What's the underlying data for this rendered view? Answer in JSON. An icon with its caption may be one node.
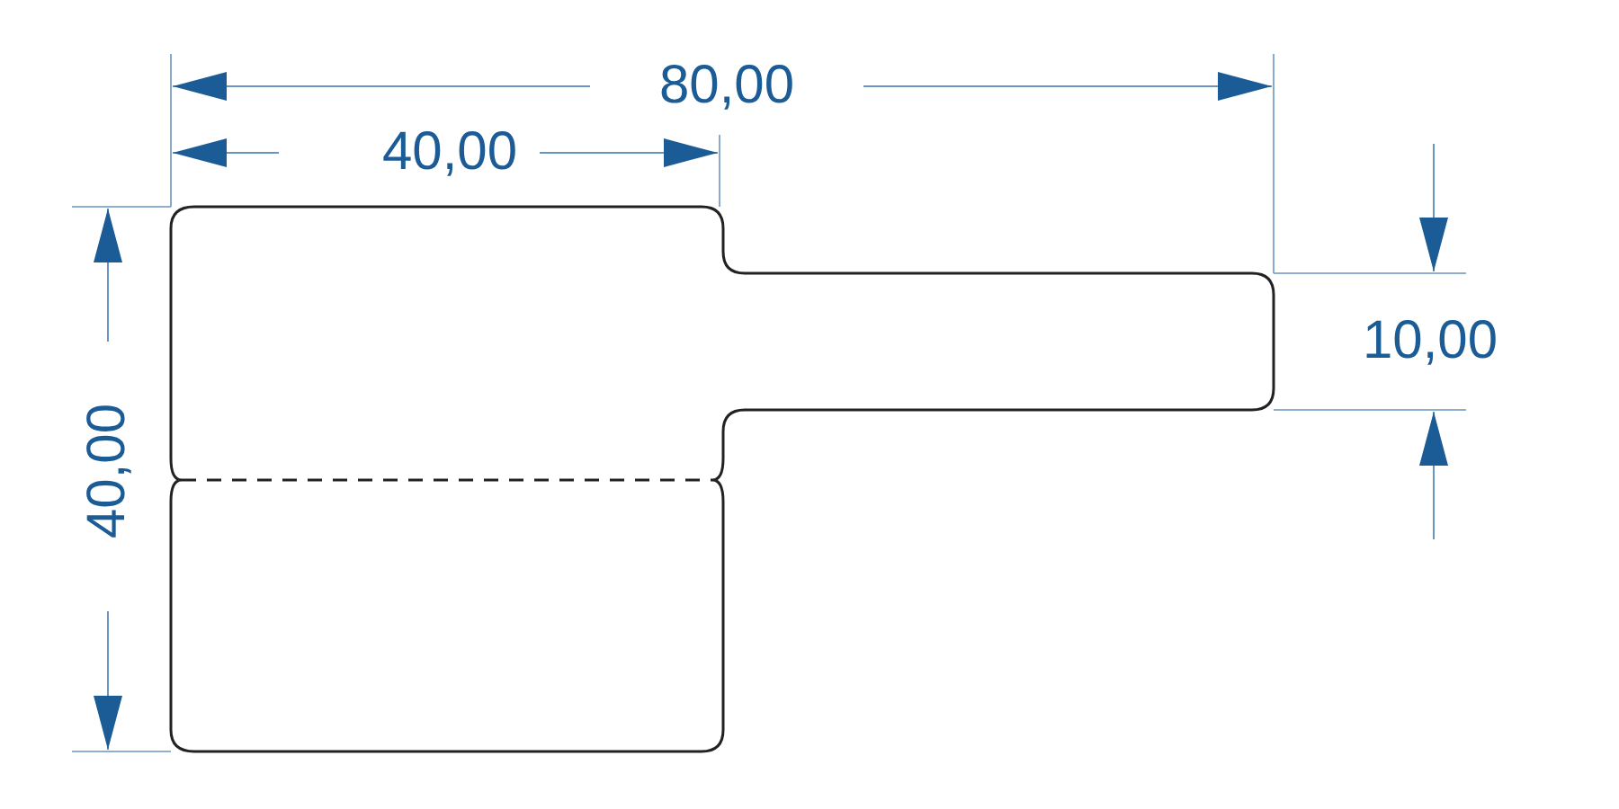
{
  "diagram": {
    "labels": [
      "80,00",
      "40,00",
      "10,00",
      "40,00"
    ]
  }
}
